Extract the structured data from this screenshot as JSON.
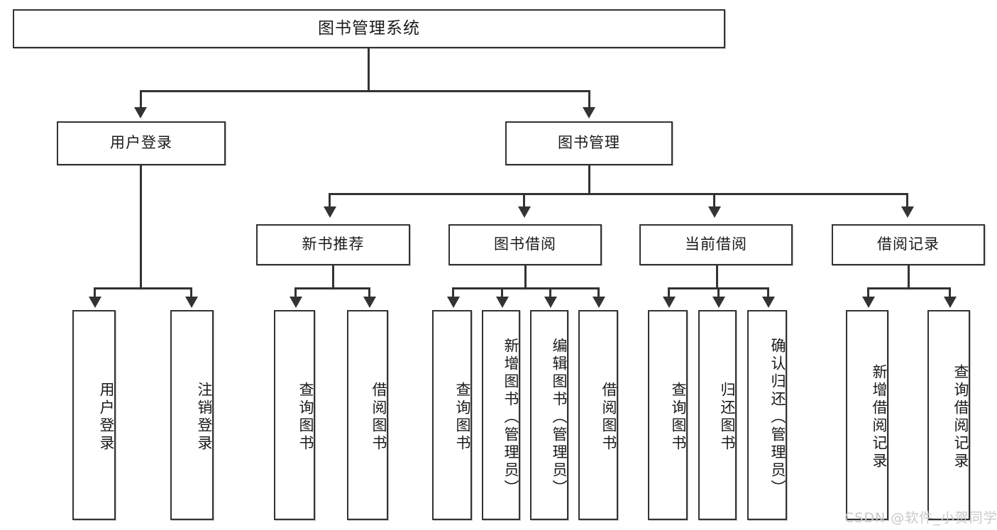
{
  "diagram": {
    "title": "图书管理系统",
    "type": "tree-hierarchy",
    "nodes": {
      "root": {
        "label": "图书管理系统"
      },
      "level1": [
        {
          "id": "user-login",
          "label": "用户登录"
        },
        {
          "id": "book-management",
          "label": "图书管理"
        }
      ],
      "level2": [
        {
          "id": "new-book-recommend",
          "label": "新书推荐",
          "parent": "book-management"
        },
        {
          "id": "book-borrow",
          "label": "图书借阅",
          "parent": "book-management"
        },
        {
          "id": "current-borrow",
          "label": "当前借阅",
          "parent": "book-management"
        },
        {
          "id": "borrow-record",
          "label": "借阅记录",
          "parent": "book-management"
        }
      ],
      "leaves": {
        "user-login": [
          {
            "id": "leaf-user-login",
            "label": "用户登录"
          },
          {
            "id": "leaf-user-logout",
            "label": "注销登录"
          }
        ],
        "new-book-recommend": [
          {
            "id": "leaf-query-book-1",
            "label": "查询图书"
          },
          {
            "id": "leaf-borrow-book-1",
            "label": "借阅图书"
          }
        ],
        "book-borrow": [
          {
            "id": "leaf-query-book-2",
            "label": "查询图书"
          },
          {
            "id": "leaf-add-book",
            "label": "新增图书（管理员）"
          },
          {
            "id": "leaf-edit-book",
            "label": "编辑图书（管理员）"
          },
          {
            "id": "leaf-borrow-book-2",
            "label": "借阅图书"
          }
        ],
        "current-borrow": [
          {
            "id": "leaf-query-book-3",
            "label": "查询图书"
          },
          {
            "id": "leaf-return-book",
            "label": "归还图书"
          },
          {
            "id": "leaf-confirm-return",
            "label": "确认归还（管理员）"
          }
        ],
        "borrow-record": [
          {
            "id": "leaf-add-record",
            "label": "新增借阅记录"
          },
          {
            "id": "leaf-query-record",
            "label": "查询借阅记录"
          }
        ]
      }
    },
    "watermark": "CSDN @软件_小贺同学",
    "colors": {
      "stroke": "#333333",
      "fill": "#ffffff",
      "text": "#1a1a1a",
      "watermark": "#c9c9c9"
    }
  }
}
